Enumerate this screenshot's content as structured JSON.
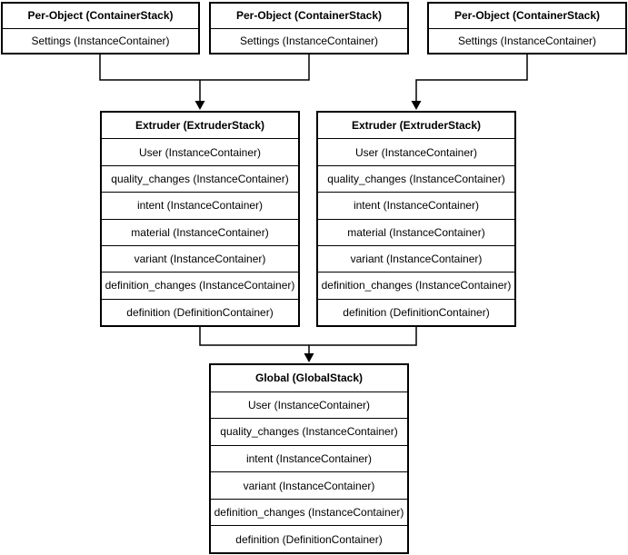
{
  "diagram": {
    "colors": {
      "line": "#000000",
      "background": "#ffffff",
      "box_fill": "#ffffff",
      "text": "#000000"
    },
    "stacks": {
      "per_object_1": {
        "title": "Per-Object (ContainerStack)",
        "rows": [
          "Settings (InstanceContainer)"
        ]
      },
      "per_object_2": {
        "title": "Per-Object (ContainerStack)",
        "rows": [
          "Settings (InstanceContainer)"
        ]
      },
      "per_object_3": {
        "title": "Per-Object (ContainerStack)",
        "rows": [
          "Settings (InstanceContainer)"
        ]
      },
      "extruder_left": {
        "title": "Extruder (ExtruderStack)",
        "rows": [
          "User (InstanceContainer)",
          "quality_changes (InstanceContainer)",
          "intent (InstanceContainer)",
          "material (InstanceContainer)",
          "variant (InstanceContainer)",
          "definition_changes (InstanceContainer)",
          "definition (DefinitionContainer)"
        ]
      },
      "extruder_right": {
        "title": "Extruder (ExtruderStack)",
        "rows": [
          "User (InstanceContainer)",
          "quality_changes (InstanceContainer)",
          "intent (InstanceContainer)",
          "material (InstanceContainer)",
          "variant (InstanceContainer)",
          "definition_changes (InstanceContainer)",
          "definition (DefinitionContainer)"
        ]
      },
      "global": {
        "title": "Global (GlobalStack)",
        "rows": [
          "User (InstanceContainer)",
          "quality_changes (InstanceContainer)",
          "intent (InstanceContainer)",
          "variant (InstanceContainer)",
          "definition_changes (InstanceContainer)",
          "definition (DefinitionContainer)"
        ]
      }
    }
  }
}
